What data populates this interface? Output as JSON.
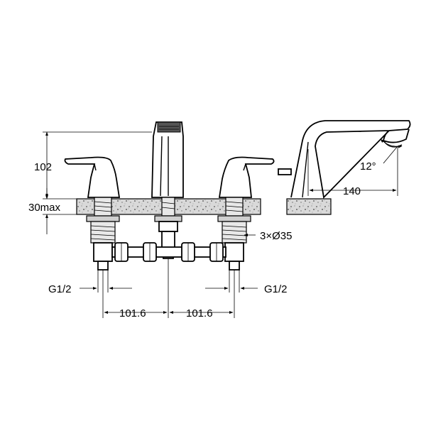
{
  "drawing": {
    "dimensions": {
      "height_above_deck": "102",
      "deck_thickness": "30max",
      "hole_spec": "3×Ø35",
      "spread_left": "101.6",
      "spread_right": "101.6",
      "thread_left": "G1/2",
      "thread_right": "G1/2",
      "spout_reach": "140",
      "spout_angle": "12°"
    }
  }
}
